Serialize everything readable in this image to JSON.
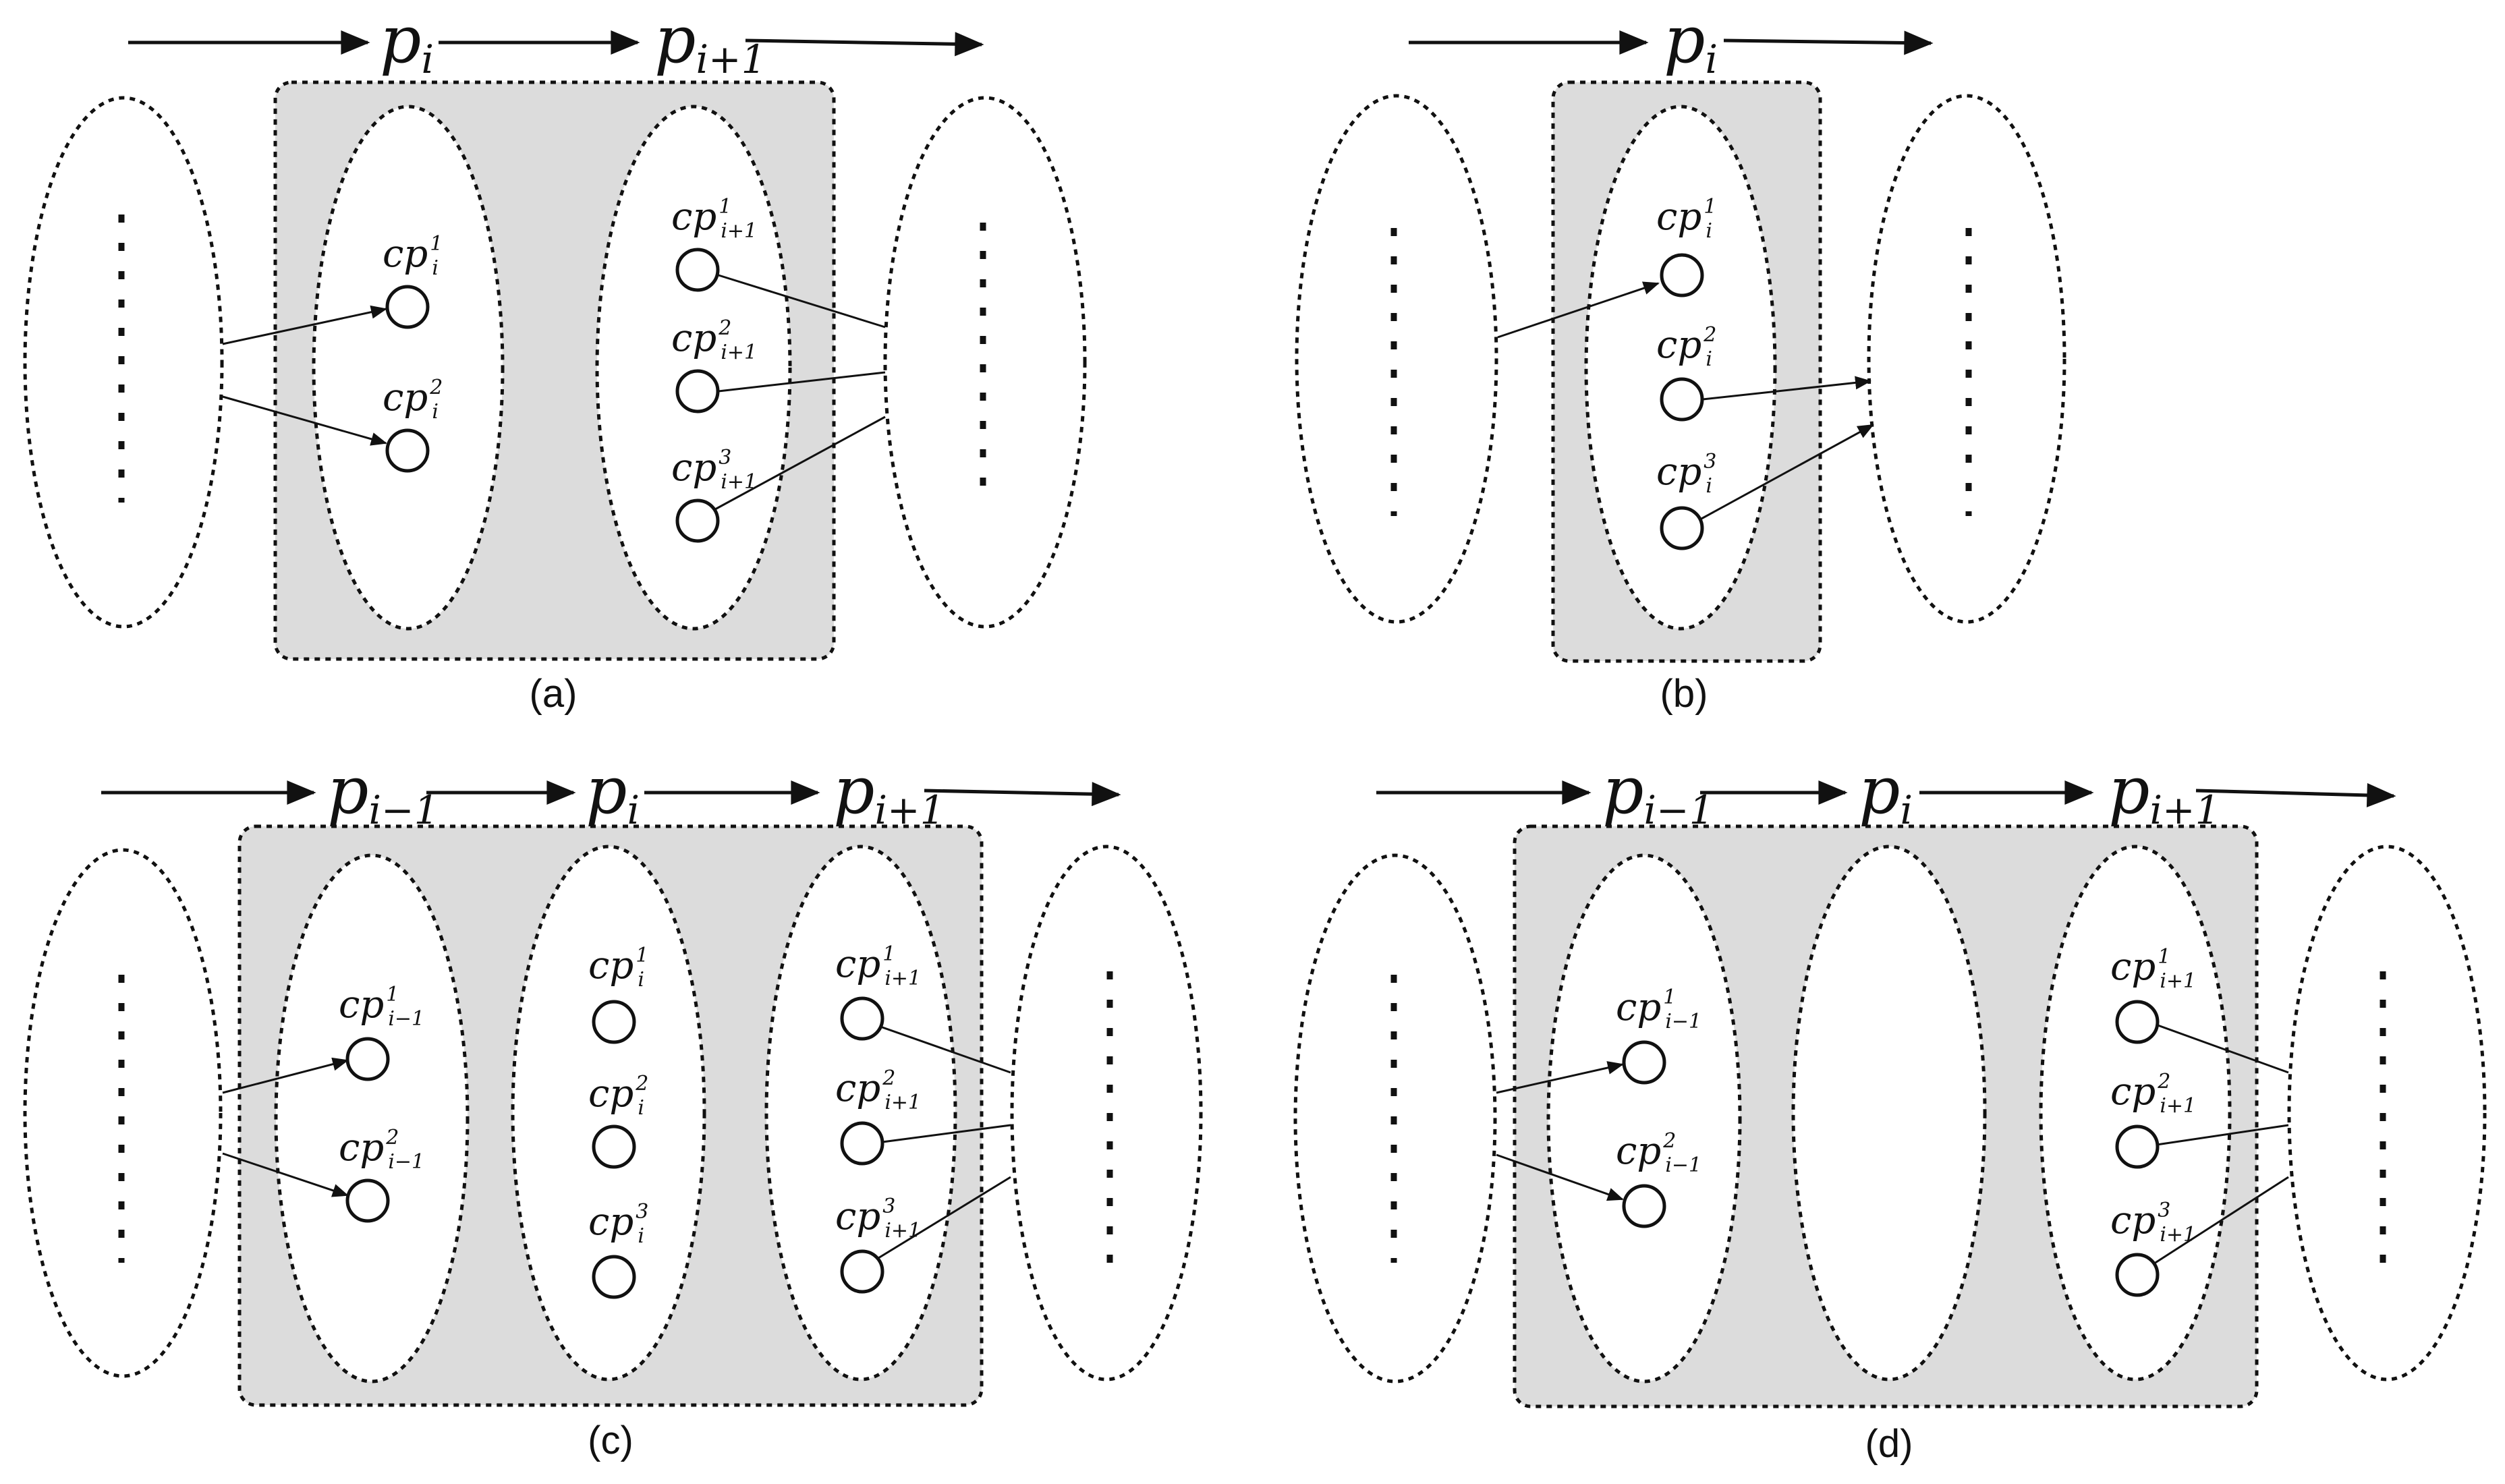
{
  "panels": [
    {
      "id": "a",
      "caption": "(a)",
      "flow_labels": [
        {
          "base": "p",
          "sub": "i"
        },
        {
          "base": "p",
          "sub": "i+1"
        }
      ],
      "nodes": [
        {
          "base": "cp",
          "sup": "1",
          "sub": "i"
        },
        {
          "base": "cp",
          "sup": "2",
          "sub": "i"
        },
        {
          "base": "cp",
          "sup": "1",
          "sub": "i+1"
        },
        {
          "base": "cp",
          "sup": "2",
          "sub": "i+1"
        },
        {
          "base": "cp",
          "sup": "3",
          "sub": "i+1"
        }
      ]
    },
    {
      "id": "b",
      "caption": "(b)",
      "flow_labels": [
        {
          "base": "p",
          "sub": "i"
        }
      ],
      "nodes": [
        {
          "base": "cp",
          "sup": "1",
          "sub": "i"
        },
        {
          "base": "cp",
          "sup": "2",
          "sub": "i"
        },
        {
          "base": "cp",
          "sup": "3",
          "sub": "i"
        }
      ]
    },
    {
      "id": "c",
      "caption": "(c)",
      "flow_labels": [
        {
          "base": "p",
          "sub": "i−1"
        },
        {
          "base": "p",
          "sub": "i"
        },
        {
          "base": "p",
          "sub": "i+1"
        }
      ],
      "nodes": [
        {
          "base": "cp",
          "sup": "1",
          "sub": "i−1"
        },
        {
          "base": "cp",
          "sup": "2",
          "sub": "i−1"
        },
        {
          "base": "cp",
          "sup": "1",
          "sub": "i"
        },
        {
          "base": "cp",
          "sup": "2",
          "sub": "i"
        },
        {
          "base": "cp",
          "sup": "3",
          "sub": "i"
        },
        {
          "base": "cp",
          "sup": "1",
          "sub": "i+1"
        },
        {
          "base": "cp",
          "sup": "2",
          "sub": "i+1"
        },
        {
          "base": "cp",
          "sup": "3",
          "sub": "i+1"
        }
      ]
    },
    {
      "id": "d",
      "caption": "(d)",
      "flow_labels": [
        {
          "base": "p",
          "sub": "i−1"
        },
        {
          "base": "p",
          "sub": "i"
        },
        {
          "base": "p",
          "sub": "i+1"
        }
      ],
      "nodes": [
        {
          "base": "cp",
          "sup": "1",
          "sub": "i−1"
        },
        {
          "base": "cp",
          "sup": "2",
          "sub": "i−1"
        },
        {
          "base": "cp",
          "sup": "1",
          "sub": "i+1"
        },
        {
          "base": "cp",
          "sup": "2",
          "sub": "i+1"
        },
        {
          "base": "cp",
          "sup": "3",
          "sub": "i+1"
        }
      ]
    }
  ]
}
